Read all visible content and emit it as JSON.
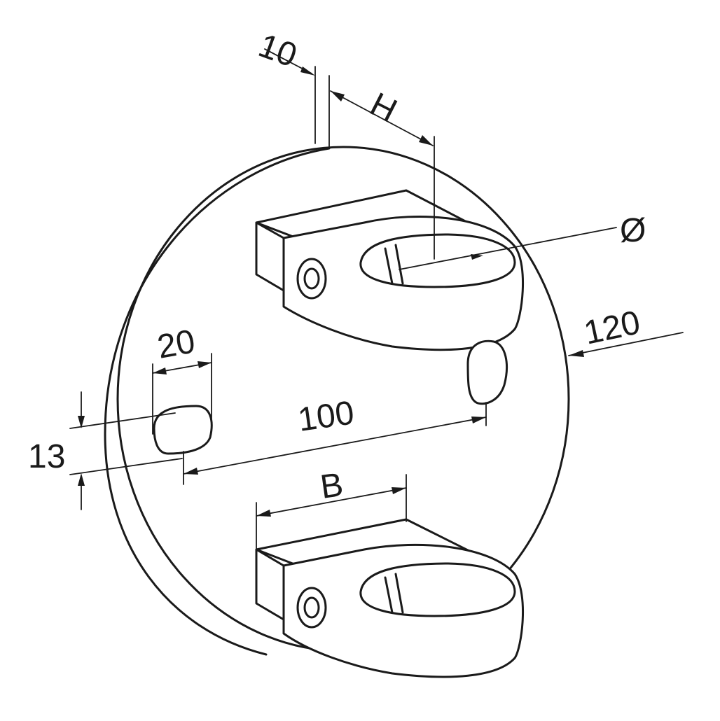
{
  "dimensions": {
    "plate_thickness": "10",
    "bracket_height": "H",
    "tube_diameter": "Ø",
    "plate_diameter": "120",
    "slot_length": "20",
    "slot_width": "13",
    "hole_spacing": "100",
    "bracket_width": "B"
  }
}
